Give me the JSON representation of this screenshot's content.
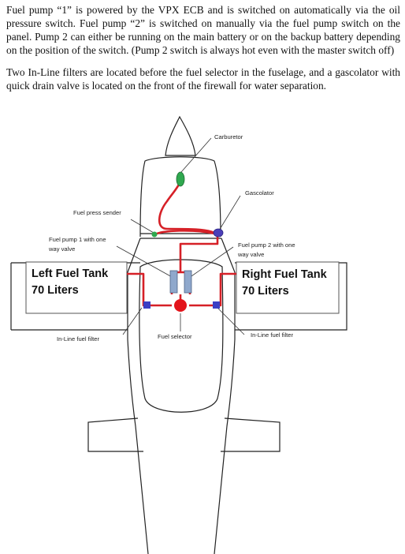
{
  "description": {
    "paragraph1": "Fuel pump “1” is powered by the VPX ECB and is switched on automatically via the oil pressure switch. Fuel pump “2” is switched on manually via the fuel pump switch on the panel. Pump 2 can either be running on the main battery or on the backup battery depending on the position of the switch. (Pump 2 switch is always hot even with the master switch off)",
    "paragraph2": "Two In-Line filters are located before the fuel selector in the fuselage, and a gascolator with quick drain valve is located on the front of the firewall for water separation."
  },
  "diagram": {
    "labels": {
      "carburetor": "Carburetor",
      "gascolator": "Gascolator",
      "fuel_press_sender": "Fuel press sender",
      "fuel_pump_1_line1": "Fuel pump 1 with one",
      "fuel_pump_1_line2": "way valve",
      "fuel_pump_2_line1": "Fuel pump 2 with one",
      "fuel_pump_2_line2": "way valve",
      "inline_filter_left": "In-Line fuel filter",
      "inline_filter_right": "In-Line fuel filter",
      "fuel_selector": "Fuel selector"
    },
    "left_tank": {
      "line1": "Left Fuel Tank",
      "line2": "70 Liters"
    },
    "right_tank": {
      "line1": "Right Fuel Tank",
      "line2": "70 Liters"
    },
    "colors": {
      "fuel_line": "#d62027",
      "carburetor": "#2fa84f",
      "gascolator": "#4b3fb8",
      "pump": "#8fa8cc",
      "filter": "#3b3fc4",
      "selector": "#e3141b",
      "outline": "#222222"
    }
  }
}
